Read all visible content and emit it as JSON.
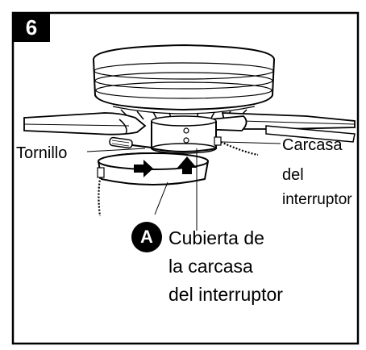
{
  "step": {
    "number": "6"
  },
  "labels": {
    "screw": "Tornillo",
    "switch_housing_l1": "Carcasa",
    "switch_housing_l2": "del",
    "switch_housing_l3": "interruptor",
    "cover_l1": "Cubierta de",
    "cover_l2": "la carcasa",
    "cover_l3": "del interruptor"
  },
  "callout": {
    "letter": "A"
  }
}
